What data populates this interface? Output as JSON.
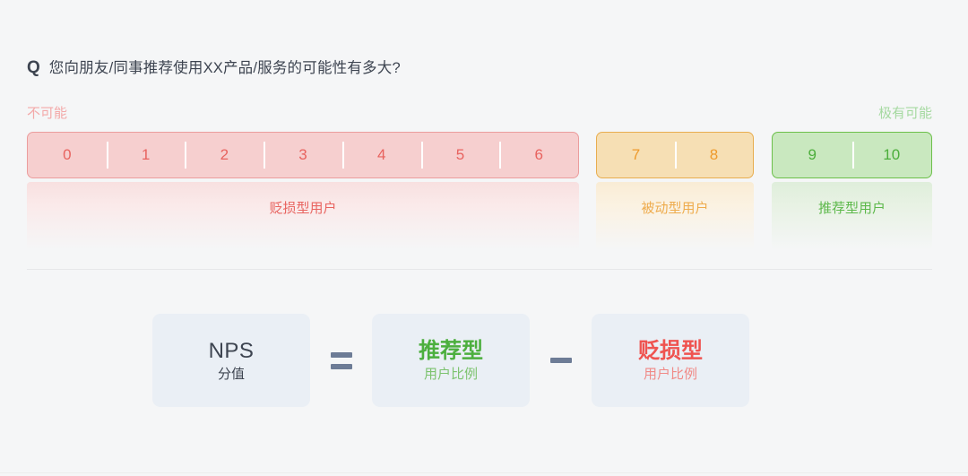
{
  "question": {
    "marker": "Q",
    "text": "您向朋友/同事推荐使用XX产品/服务的可能性有多大?"
  },
  "scale": {
    "left_label": "不可能",
    "right_label": "极有可能",
    "groups": [
      {
        "key": "detractor",
        "name": "贬损型用户",
        "values": [
          "0",
          "1",
          "2",
          "3",
          "4",
          "5",
          "6"
        ],
        "fill": "#f6cfcf",
        "border": "#eb9d9d",
        "text": "#e8635f"
      },
      {
        "key": "passive",
        "name": "被动型用户",
        "values": [
          "7",
          "8"
        ],
        "fill": "#f6dfb4",
        "border": "#e8ad4f",
        "text": "#ee9a2c"
      },
      {
        "key": "promoter",
        "name": "推荐型用户",
        "values": [
          "9",
          "10"
        ],
        "fill": "#c9e8bf",
        "border": "#6cc04a",
        "text": "#4cae3b"
      }
    ]
  },
  "formula": {
    "nps": {
      "title": "NPS",
      "sub": "分值"
    },
    "equals": "=",
    "promoter": {
      "title": "推荐型",
      "sub": "用户比例"
    },
    "minus": "−",
    "detractor": {
      "title": "贬损型",
      "sub": "用户比例"
    }
  },
  "colors": {
    "background": "#f5f6f7",
    "detractor": "#e8635f",
    "passive": "#ee9a2c",
    "promoter": "#4cae3b",
    "operator": "#6d7c96",
    "formula_box": "#eaeff5"
  }
}
